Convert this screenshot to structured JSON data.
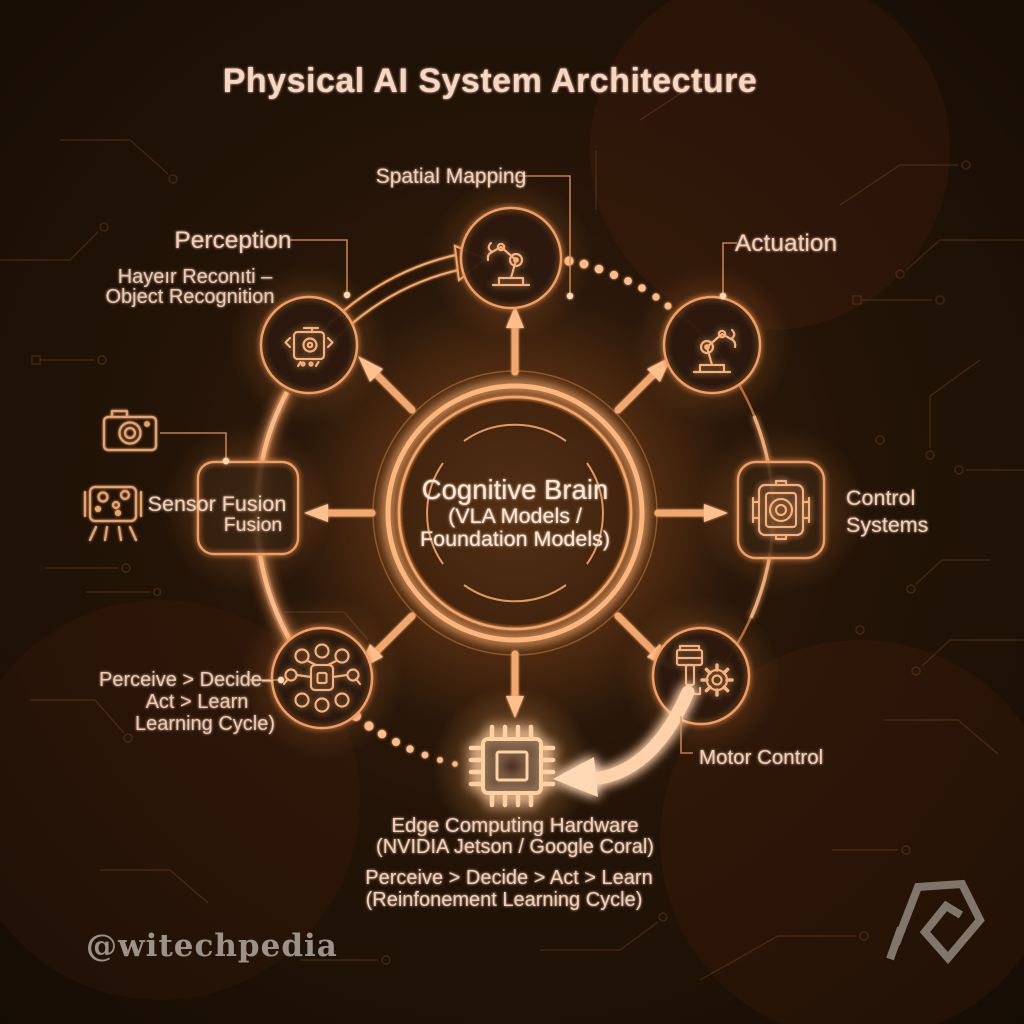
{
  "title": "Physical AI System Architecture",
  "watermark": "@witechpedia",
  "center": {
    "line1": "Cognitive Brain",
    "line2": "(VLA Models /",
    "line3": "Foundation Models)"
  },
  "nodes": {
    "spatial_mapping": {
      "label": "Spatial Mapping",
      "icon": "robot-arm-icon"
    },
    "perception": {
      "label": "Perception",
      "sub1": "Hayeır Reconıti –",
      "sub2": "Object Recognition",
      "icon": "camera-unit-icon"
    },
    "actuation": {
      "label": "Actuation",
      "icon": "robot-arm-icon"
    },
    "sensor_fusion": {
      "label": "Sensor Fusion",
      "sub": "Fusion",
      "icon": "sensor-fusion-box"
    },
    "control_systems": {
      "line1": "Control",
      "line2": "Systems",
      "icon": "controller-icon"
    },
    "learning_cycle": {
      "line1": "Perceive > Decide–",
      "line2": "Act > Learn",
      "line3": "Learning Cycle)",
      "icon": "swarm-network-icon"
    },
    "motor_control": {
      "label": "Motor Control",
      "icon": "piston-gear-icon"
    },
    "edge_computing": {
      "line1": "Edge Computing Hardware",
      "line2": "(NVIDIA Jetson / Google Coral)",
      "icon": "chip-icon"
    }
  },
  "footer": {
    "line1": "Perceive > Decide > Act > Learn",
    "line2": "(Reinfonement Learning Cycle)"
  },
  "side_icons": [
    "camera-icon",
    "sensor-module-icon"
  ],
  "colors": {
    "background": "#1a0f07",
    "accent_orange": "#f09a5c",
    "glow_peach": "#ffc795",
    "label_text": "#f4cfb8",
    "center_text": "#ffe7d6",
    "watermark_gray": "#b2a9a0",
    "logo_gray": "#8a8177"
  }
}
